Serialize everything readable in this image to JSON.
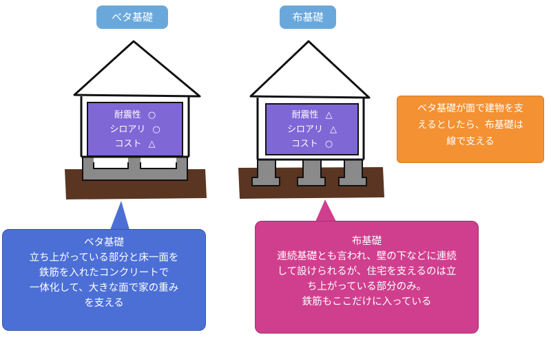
{
  "labels": {
    "beta": "ベタ基礎",
    "nuno": "布基礎"
  },
  "beta_panel": {
    "rows": [
      {
        "name": "耐震性",
        "mark": "○"
      },
      {
        "name": "シロアリ",
        "mark": "○"
      },
      {
        "name": "コスト",
        "mark": "△"
      }
    ]
  },
  "nuno_panel": {
    "rows": [
      {
        "name": "耐震性",
        "mark": "△"
      },
      {
        "name": "シロアリ",
        "mark": "△"
      },
      {
        "name": "コスト",
        "mark": "○"
      }
    ]
  },
  "side_note": {
    "lines": [
      "ベタ基礎が面で建物を支",
      "えるとしたら、布基礎は",
      "線で支える"
    ]
  },
  "beta_callout": {
    "lines": [
      "ベタ基礎",
      "立ち上がっている部分と床一面を",
      "鉄筋を入れたコンクリートで",
      "一体化して、大きな面で家の重み",
      "を支える"
    ]
  },
  "nuno_callout": {
    "lines": [
      "布基礎",
      "連続基礎とも言われ、壁の下などに連続",
      "して設けられるが、住宅を支えるのは立",
      "ち上がっている部分のみ。",
      "鉄筋もここだけに入っている"
    ]
  },
  "colors": {
    "pill": "#6aa8dc",
    "panel": "#7f67d6",
    "ground": "#5a3522",
    "foundation": "#8a8a8a",
    "side_note": "#f39133",
    "beta_callout": "#4c6fd6",
    "nuno_callout": "#cf3f8e"
  }
}
